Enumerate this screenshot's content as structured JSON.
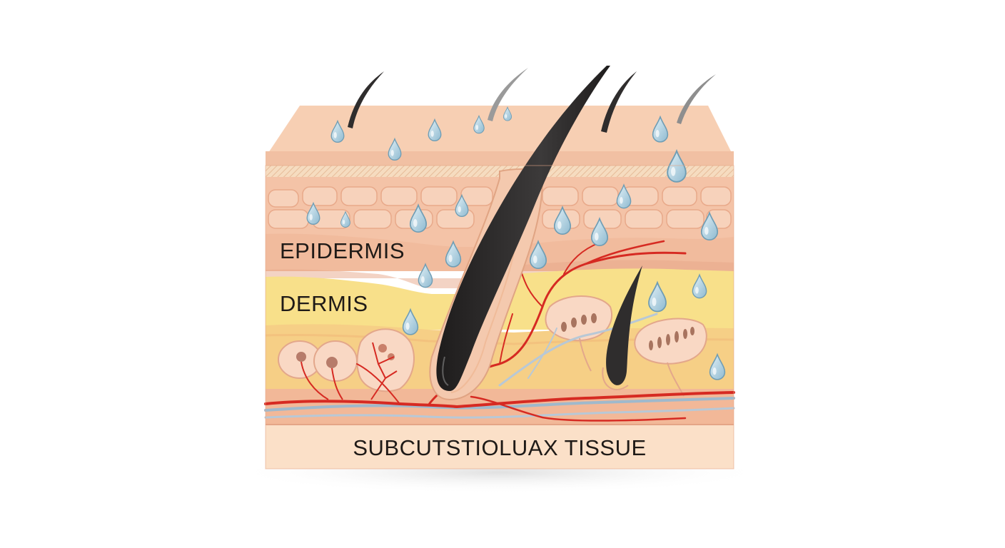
{
  "labels": {
    "epidermis": "EPIDERMIS",
    "dermis": "DERMIS",
    "subcutaneous": "SUBCUTSTIOLUAX TISSUE"
  },
  "colors": {
    "background": "#ffffff",
    "skin_top": "#f7cfb3",
    "skin_front": "#f4c2a6",
    "epidermis_band": "#f2bfa3",
    "dermis_yellow": "#f8e08a",
    "subcutaneous": "#fbe0c8",
    "hair": "#2f2d2d",
    "vessel_red": "#d62a22",
    "vessel_blue": "#9fb9cc",
    "droplet": "#a9cfe0"
  },
  "icons": {
    "droplet": "water-droplet-icon",
    "hair": "hair-strand-icon",
    "gland": "sebaceous-gland-icon"
  }
}
